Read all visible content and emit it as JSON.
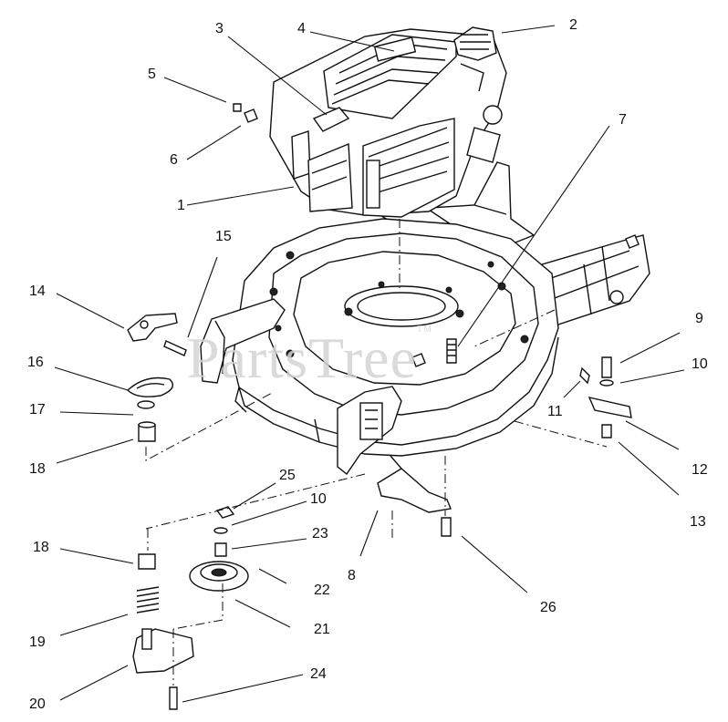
{
  "watermark": {
    "text": "PartsTree",
    "mark": "TM"
  },
  "callouts": [
    "1",
    "2",
    "3",
    "4",
    "5",
    "6",
    "7",
    "8",
    "9",
    "10",
    "10",
    "11",
    "12",
    "13",
    "14",
    "15",
    "16",
    "17",
    "18",
    "18",
    "19",
    "20",
    "21",
    "22",
    "23",
    "24",
    "25",
    "26"
  ]
}
